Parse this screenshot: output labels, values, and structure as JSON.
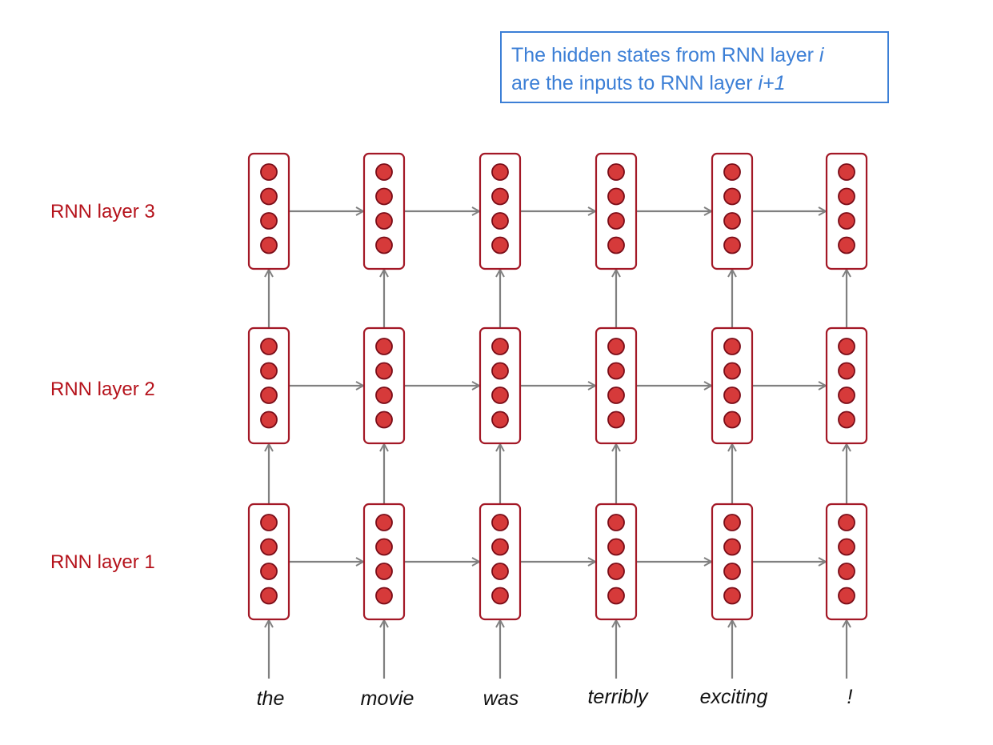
{
  "note": {
    "line1": "The hidden states from RNN layer ",
    "line1_var": "i",
    "line2": "are the inputs to RNN layer ",
    "line2_var": "i+1"
  },
  "layers": [
    {
      "label": "RNN layer 3"
    },
    {
      "label": "RNN layer 2"
    },
    {
      "label": "RNN layer 1"
    }
  ],
  "words": [
    "the",
    "movie",
    "was",
    "terribly",
    "exciting",
    "!"
  ],
  "units_per_cell": 4,
  "colors": {
    "note_text": "#3c7fd6",
    "note_border": "#3c7fd6",
    "layer_label": "#b5121b",
    "cell_border": "#a31826",
    "unit_fill": "#d63a3a",
    "arrow": "#808080"
  }
}
